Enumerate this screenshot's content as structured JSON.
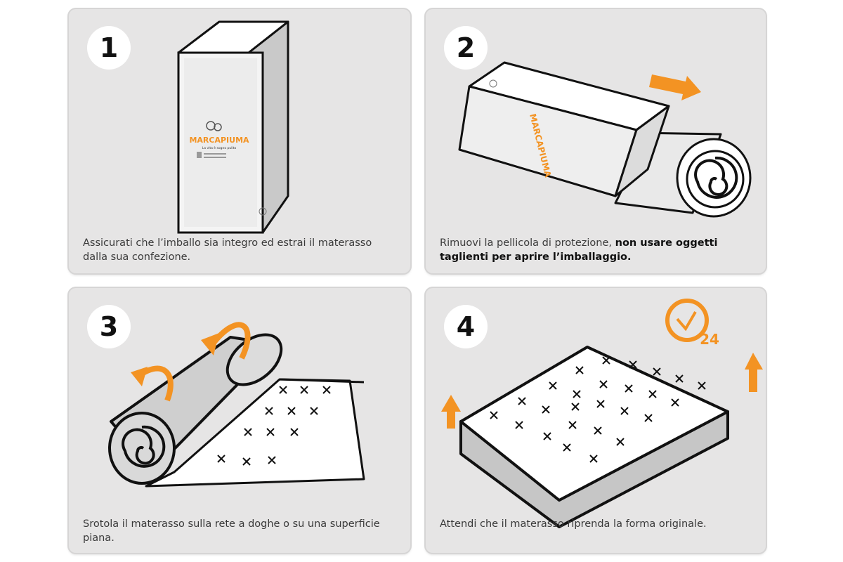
{
  "colors": {
    "panel": "#e6e5e5",
    "accent": "#f39323",
    "ink": "#111111"
  },
  "brand": {
    "name": "MARCAPIUMA",
    "tagline": "La vita è sogno pulito"
  },
  "steps": [
    {
      "number": "1",
      "text": "Assicurati che l’imballo sia integro ed estrai il materasso dalla sua confezione."
    },
    {
      "number": "2",
      "text_normal": "Rimuovi la pellicola di protezione, ",
      "text_bold": "non usare oggetti taglienti per aprire l’imballaggio."
    },
    {
      "number": "3",
      "text": "Srotola il materasso sulla rete a doghe o su una superficie piana."
    },
    {
      "number": "4",
      "text": "Attendi che il materasso riprenda la forma originale.",
      "badge": "24"
    }
  ]
}
